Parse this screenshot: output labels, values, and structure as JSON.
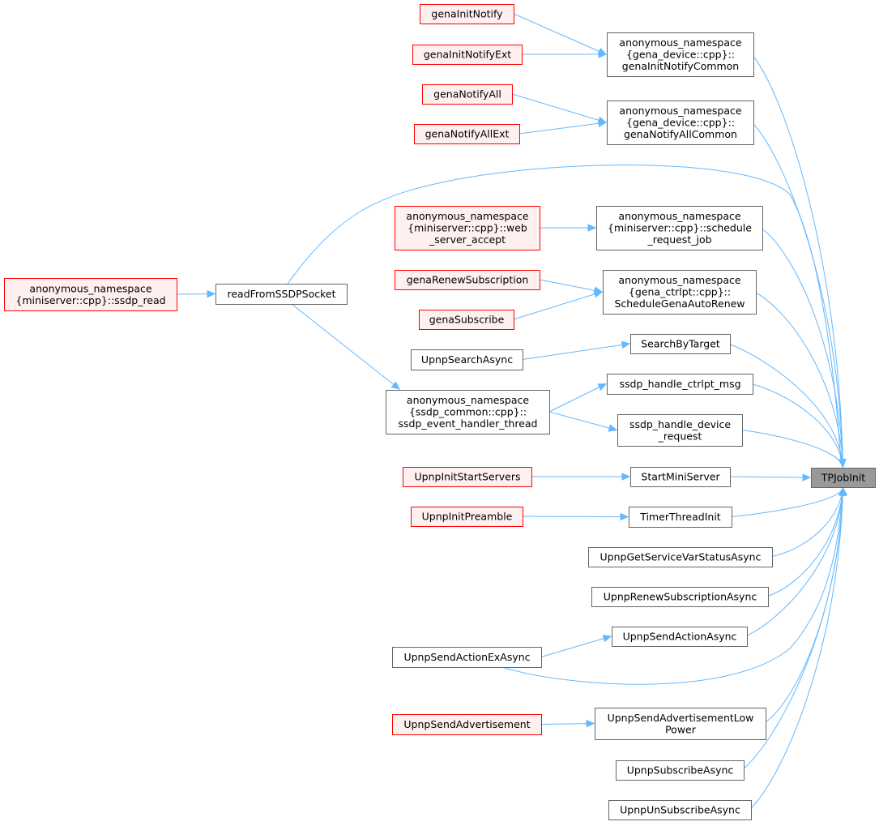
{
  "colors": {
    "edge": "#63b8ff",
    "node_fill": "#ffffff",
    "node_border": "#666666",
    "external_fill": "#fff0f0",
    "external_border": "#ff0000",
    "focus_fill": "#999999",
    "focus_border": "#666666"
  },
  "nodes": {
    "n_TPJobInit": {
      "lines": [
        "TPJobInit"
      ],
      "style": "focus"
    },
    "n_genaInitNotify": {
      "lines": [
        "genaInitNotify"
      ],
      "style": "external"
    },
    "n_genaInitNotifyExt": {
      "lines": [
        "genaInitNotifyExt"
      ],
      "style": "external"
    },
    "n_genaInitNotifyCommon": {
      "lines": [
        "anonymous_namespace",
        "{gena_device::cpp}::",
        "genaInitNotifyCommon"
      ],
      "style": "normal"
    },
    "n_genaNotifyAll": {
      "lines": [
        "genaNotifyAll"
      ],
      "style": "external"
    },
    "n_genaNotifyAllExt": {
      "lines": [
        "genaNotifyAllExt"
      ],
      "style": "external"
    },
    "n_genaNotifyAllCommon": {
      "lines": [
        "anonymous_namespace",
        "{gena_device::cpp}::",
        "genaNotifyAllCommon"
      ],
      "style": "normal"
    },
    "n_web_server_accept": {
      "lines": [
        "anonymous_namespace",
        "{miniserver::cpp}::web",
        "_server_accept"
      ],
      "style": "external"
    },
    "n_schedule_request_job": {
      "lines": [
        "anonymous_namespace",
        "{miniserver::cpp}::schedule",
        "_request_job"
      ],
      "style": "normal"
    },
    "n_ssdp_read": {
      "lines": [
        "anonymous_namespace",
        "{miniserver::cpp}::ssdp_read"
      ],
      "style": "external"
    },
    "n_readFromSSDPSocket": {
      "lines": [
        "readFromSSDPSocket"
      ],
      "style": "normal"
    },
    "n_genaRenewSubscription": {
      "lines": [
        "genaRenewSubscription"
      ],
      "style": "external"
    },
    "n_genaSubscribe": {
      "lines": [
        "genaSubscribe"
      ],
      "style": "external"
    },
    "n_ScheduleGenaAutoRenew": {
      "lines": [
        "anonymous_namespace",
        "{gena_ctrlpt::cpp}::",
        "ScheduleGenaAutoRenew"
      ],
      "style": "normal"
    },
    "n_UpnpSearchAsync": {
      "lines": [
        "UpnpSearchAsync"
      ],
      "style": "normal"
    },
    "n_SearchByTarget": {
      "lines": [
        "SearchByTarget"
      ],
      "style": "normal"
    },
    "n_ssdp_event_handler_thread": {
      "lines": [
        "anonymous_namespace",
        "{ssdp_common::cpp}::",
        "ssdp_event_handler_thread"
      ],
      "style": "normal"
    },
    "n_ssdp_handle_ctrlpt_msg": {
      "lines": [
        "ssdp_handle_ctrlpt_msg"
      ],
      "style": "normal"
    },
    "n_ssdp_handle_device_request": {
      "lines": [
        "ssdp_handle_device",
        "_request"
      ],
      "style": "normal"
    },
    "n_UpnpInitStartServers": {
      "lines": [
        "UpnpInitStartServers"
      ],
      "style": "external"
    },
    "n_StartMiniServer": {
      "lines": [
        "StartMiniServer"
      ],
      "style": "normal"
    },
    "n_UpnpInitPreamble": {
      "lines": [
        "UpnpInitPreamble"
      ],
      "style": "external"
    },
    "n_TimerThreadInit": {
      "lines": [
        "TimerThreadInit"
      ],
      "style": "normal"
    },
    "n_UpnpGetServiceVarStatusAsync": {
      "lines": [
        "UpnpGetServiceVarStatusAsync"
      ],
      "style": "normal"
    },
    "n_UpnpRenewSubscriptionAsync": {
      "lines": [
        "UpnpRenewSubscriptionAsync"
      ],
      "style": "normal"
    },
    "n_UpnpSendActionAsync": {
      "lines": [
        "UpnpSendActionAsync"
      ],
      "style": "normal"
    },
    "n_UpnpSendActionExAsync": {
      "lines": [
        "UpnpSendActionExAsync"
      ],
      "style": "normal"
    },
    "n_UpnpSendAdvertisement": {
      "lines": [
        "UpnpSendAdvertisement"
      ],
      "style": "external"
    },
    "n_UpnpSendAdvertisementLowPower": {
      "lines": [
        "UpnpSendAdvertisementLow",
        "Power"
      ],
      "style": "normal"
    },
    "n_UpnpSubscribeAsync": {
      "lines": [
        "UpnpSubscribeAsync"
      ],
      "style": "normal"
    },
    "n_UpnpUnSubscribeAsync": {
      "lines": [
        "UpnpUnSubscribeAsync"
      ],
      "style": "normal"
    }
  },
  "edges": [
    {
      "from": "n_genaInitNotify",
      "to": "n_genaInitNotifyCommon"
    },
    {
      "from": "n_genaInitNotifyExt",
      "to": "n_genaInitNotifyCommon"
    },
    {
      "from": "n_genaNotifyAll",
      "to": "n_genaNotifyAllCommon"
    },
    {
      "from": "n_genaNotifyAllExt",
      "to": "n_genaNotifyAllCommon"
    },
    {
      "from": "n_web_server_accept",
      "to": "n_schedule_request_job"
    },
    {
      "from": "n_ssdp_read",
      "to": "n_readFromSSDPSocket"
    },
    {
      "from": "n_genaRenewSubscription",
      "to": "n_ScheduleGenaAutoRenew"
    },
    {
      "from": "n_genaSubscribe",
      "to": "n_ScheduleGenaAutoRenew"
    },
    {
      "from": "n_UpnpSearchAsync",
      "to": "n_SearchByTarget"
    },
    {
      "from": "n_readFromSSDPSocket",
      "to": "n_ssdp_event_handler_thread"
    },
    {
      "from": "n_ssdp_event_handler_thread",
      "to": "n_ssdp_handle_ctrlpt_msg"
    },
    {
      "from": "n_ssdp_event_handler_thread",
      "to": "n_ssdp_handle_device_request"
    },
    {
      "from": "n_UpnpInitStartServers",
      "to": "n_StartMiniServer"
    },
    {
      "from": "n_UpnpInitPreamble",
      "to": "n_TimerThreadInit"
    },
    {
      "from": "n_UpnpSendActionExAsync",
      "to": "n_UpnpSendActionAsync"
    },
    {
      "from": "n_UpnpSendAdvertisement",
      "to": "n_UpnpSendAdvertisementLowPower"
    },
    {
      "from": "n_genaInitNotifyCommon",
      "to": "n_TPJobInit"
    },
    {
      "from": "n_genaNotifyAllCommon",
      "to": "n_TPJobInit"
    },
    {
      "from": "n_readFromSSDPSocket",
      "to": "n_TPJobInit"
    },
    {
      "from": "n_schedule_request_job",
      "to": "n_TPJobInit"
    },
    {
      "from": "n_ScheduleGenaAutoRenew",
      "to": "n_TPJobInit"
    },
    {
      "from": "n_SearchByTarget",
      "to": "n_TPJobInit"
    },
    {
      "from": "n_ssdp_handle_ctrlpt_msg",
      "to": "n_TPJobInit"
    },
    {
      "from": "n_ssdp_handle_device_request",
      "to": "n_TPJobInit"
    },
    {
      "from": "n_StartMiniServer",
      "to": "n_TPJobInit"
    },
    {
      "from": "n_TimerThreadInit",
      "to": "n_TPJobInit"
    },
    {
      "from": "n_UpnpGetServiceVarStatusAsync",
      "to": "n_TPJobInit"
    },
    {
      "from": "n_UpnpRenewSubscriptionAsync",
      "to": "n_TPJobInit"
    },
    {
      "from": "n_UpnpSendActionAsync",
      "to": "n_TPJobInit"
    },
    {
      "from": "n_UpnpSendActionExAsync",
      "to": "n_TPJobInit"
    },
    {
      "from": "n_UpnpSendAdvertisementLowPower",
      "to": "n_TPJobInit"
    },
    {
      "from": "n_UpnpSubscribeAsync",
      "to": "n_TPJobInit"
    },
    {
      "from": "n_UpnpUnSubscribeAsync",
      "to": "n_TPJobInit"
    }
  ]
}
